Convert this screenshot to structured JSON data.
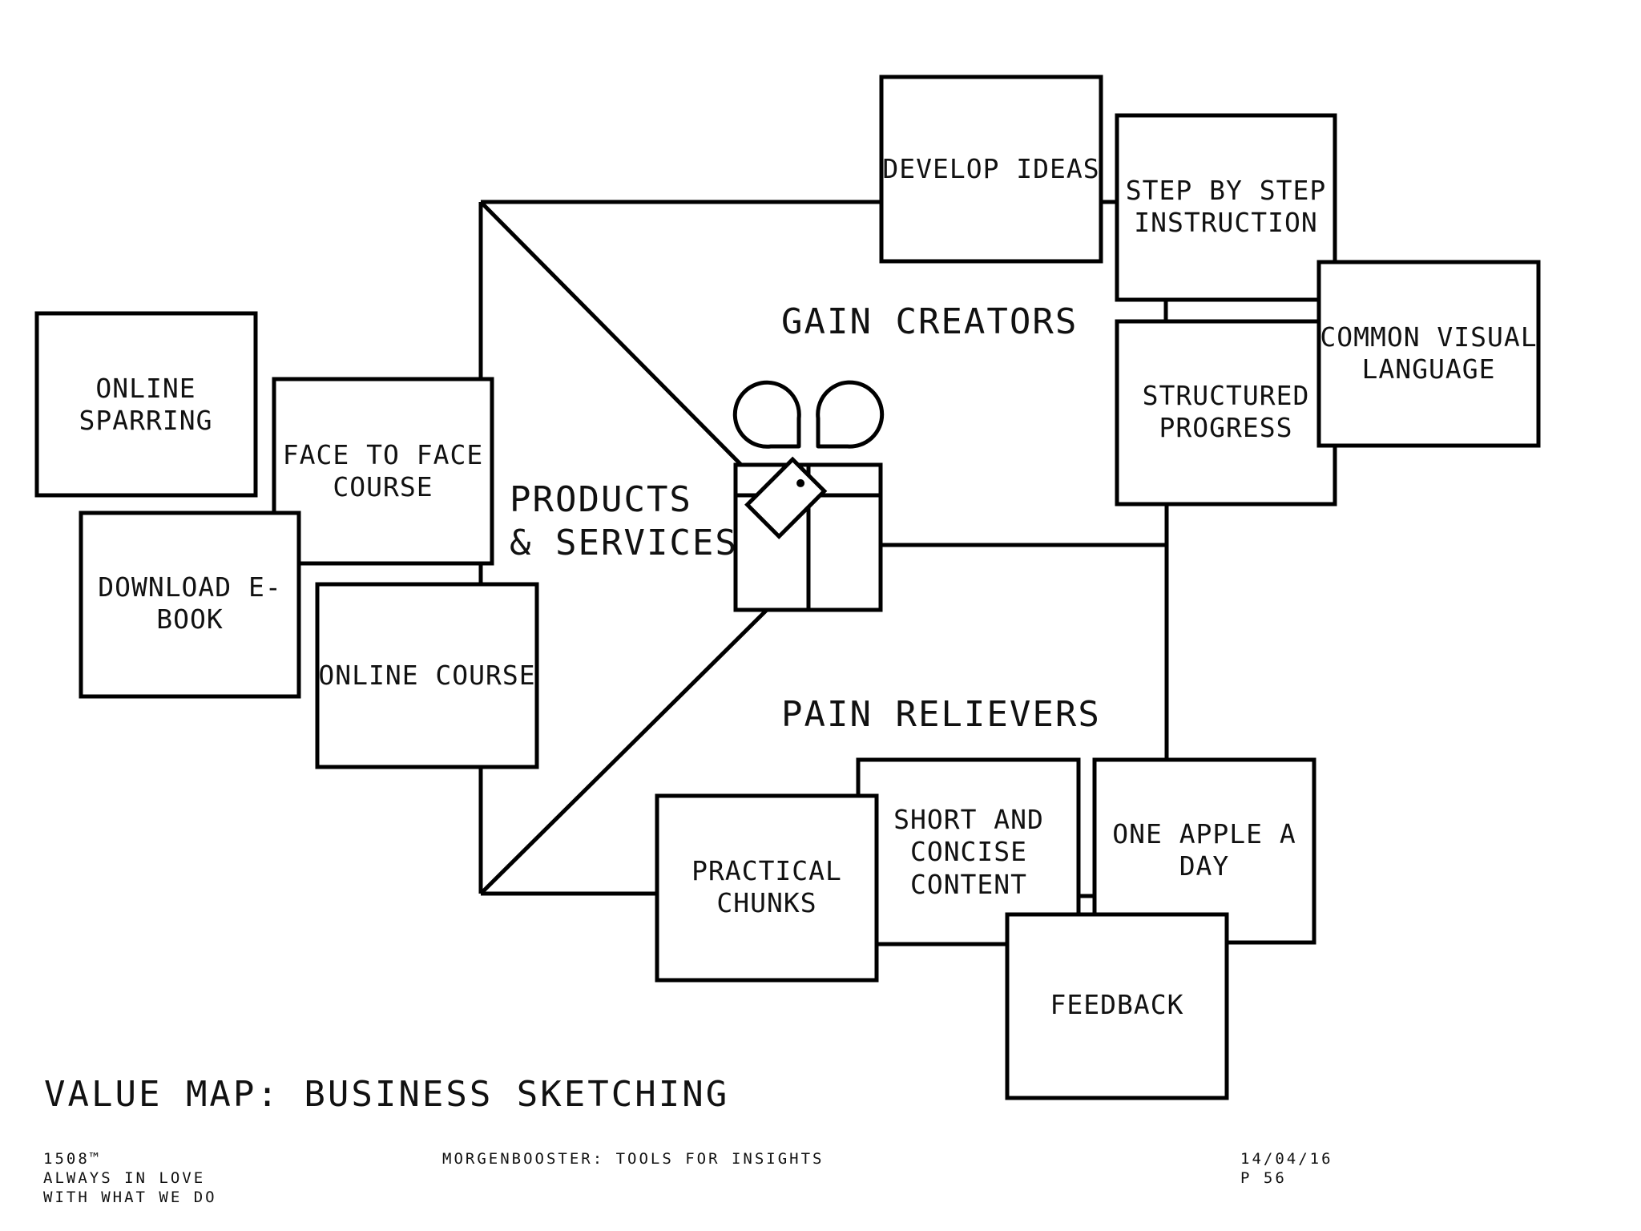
{
  "title": "VALUE MAP: BUSINESS SKETCHING",
  "sections": {
    "gain_creators": "GAIN CREATORS",
    "products_services": [
      "PRODUCTS",
      "& SERVICES"
    ],
    "pain_relievers": "PAIN RELIEVERS"
  },
  "products_services": {
    "online_sparring": [
      "ONLINE",
      "SPARRING"
    ],
    "face_to_face_course": [
      "FACE TO FACE",
      "COURSE"
    ],
    "download_ebook": [
      "DOWNLOAD E-",
      "BOOK"
    ],
    "online_course": [
      "ONLINE COURSE"
    ]
  },
  "gain_creators": {
    "develop_ideas": [
      "DEVELOP IDEAS"
    ],
    "step_by_step": [
      "STEP BY STEP",
      "INSTRUCTION"
    ],
    "common_visual_language": [
      "COMMON VISUAL",
      "LANGUAGE"
    ],
    "structured_progress": [
      "STRUCTURED",
      "PROGRESS"
    ]
  },
  "pain_relievers": {
    "practical_chunks": [
      "PRACTICAL",
      "CHUNKS"
    ],
    "short_and_concise": [
      "SHORT AND",
      "CONCISE",
      "CONTENT"
    ],
    "one_apple_a_day": [
      "ONE APPLE A",
      "DAY"
    ],
    "feedback": [
      "FEEDBACK"
    ]
  },
  "footer": {
    "brand_line1": "1508™",
    "brand_line2": "ALWAYS IN  LOVE",
    "brand_line3": "WITH WHAT WE DO",
    "center": "MORGENBOOSTER: TOOLS FOR INSIGHTS",
    "date": "14/04/16",
    "page": "P 56"
  },
  "icons": {
    "center_icon": "gift-icon"
  },
  "colors": {
    "stroke": "#000000",
    "background": "#ffffff"
  }
}
